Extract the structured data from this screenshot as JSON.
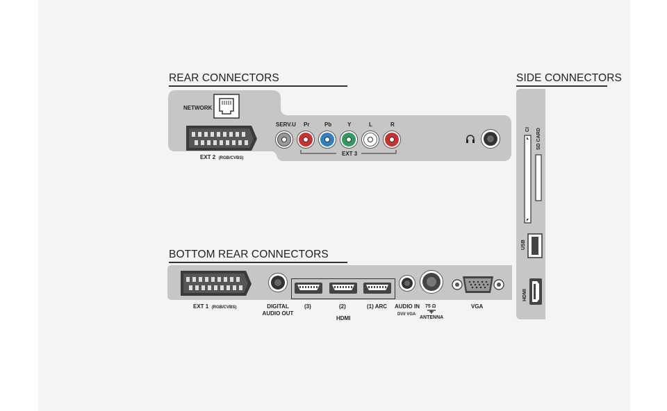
{
  "headings": {
    "rear": "REAR CONNECTORS",
    "side": "SIDE CONNECTORS",
    "bottom": "BOTTOM REAR CONNECTORS"
  },
  "rear": {
    "network": "NETWORK",
    "ext2": "EXT 2",
    "ext2_sub": "(RGB/CVBS)",
    "servu": "SERV.U",
    "pr": "Pr",
    "pb": "Pb",
    "y": "Y",
    "l": "L",
    "r": "R",
    "ext3": "EXT 3"
  },
  "side": {
    "ci": "CI",
    "sd_card": "SD CARD",
    "usb": "USB",
    "hdmi": "HDMI"
  },
  "bottom": {
    "ext1": "EXT 1",
    "ext1_sub": "(RGB/CVBS)",
    "digital": "DIGITAL",
    "audio_out": "AUDIO OUT",
    "hdmi3": "(3)",
    "hdmi2": "(2)",
    "hdmi1": "(1) ARC",
    "hdmi": "HDMI",
    "audio_in": "AUDIO IN",
    "dvi_vga": "DVI/ VGA",
    "ohm": "75 Ω",
    "antenna": "ANTENNA",
    "vga": "VGA"
  },
  "colors": {
    "panel": "#c6c6c6",
    "background": "#f4f4f4",
    "red": "#c8312f",
    "blue": "#2f7fc1",
    "green": "#2f9a62",
    "white": "#ffffff"
  },
  "icons": [
    "network-port-icon",
    "scart-icon",
    "rca-jack-icon",
    "headphone-icon",
    "hdmi-port-icon",
    "usb-port-icon",
    "vga-port-icon",
    "antenna-port-icon",
    "ci-slot-icon",
    "sd-slot-icon"
  ]
}
